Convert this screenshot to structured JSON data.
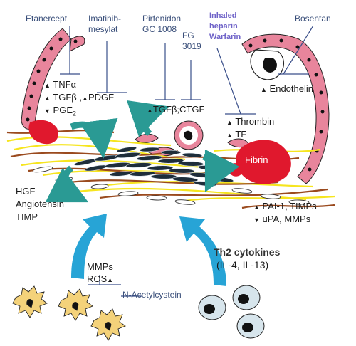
{
  "drugs": {
    "etanercept": "Etanercept",
    "imatinib_1": "Imatinib-",
    "imatinib_2": "mesylat",
    "pirfenidon_1": "Pirfenidon",
    "pirfenidon_2": "GC 1008",
    "fg_1": "FG",
    "fg_2": "3019",
    "inhaled_1": "Inhaled",
    "inhaled_2": "heparin",
    "inhaled_3": "Warfarin",
    "bosentan": "Bosentan"
  },
  "mediators": {
    "tnf": "TNFα",
    "tgf_pdgf": "TGFβ ,",
    "pdgf": "PDGF",
    "pge": "PGE",
    "pge_sub": "2",
    "tgf_ctgf": "TGFβ;CTGF",
    "thrombin": "Thrombin",
    "tf": "TF",
    "endothelin": "Endothelin",
    "fibrin": "Fibrin"
  },
  "left_factors": [
    "HGF",
    "Angiotensin",
    "TIMP"
  ],
  "right_factors": [
    "PAI-1, TIMPs",
    "uPA, MMPs"
  ],
  "th2": {
    "title": "Th2 cytokines",
    "subtitle": "(IL-4, IL-13)"
  },
  "bottom": {
    "mmps": "MMPs",
    "ros": "ROS",
    "nac": "N-Acetylcystein"
  },
  "colors": {
    "epithelium": "#e8859c",
    "nucleus": "#111111",
    "fibrin_red": "#e0182d",
    "teal_arrow": "#2a9a94",
    "blue_arrow": "#27a4d6",
    "collagen_yellow": "#f6e51e",
    "collagen_brown": "#9a4a1e",
    "drug_line": "#3a4f8a",
    "macrophage_yellow": "#f4d27a"
  },
  "symbols": {
    "up": "▲",
    "down": "▼"
  }
}
